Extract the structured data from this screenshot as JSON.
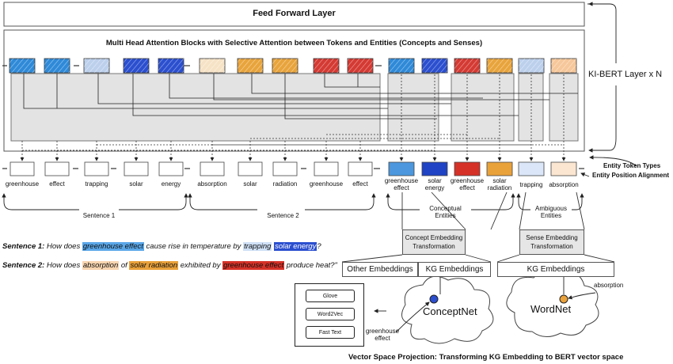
{
  "layers": {
    "feed_forward": "Feed Forward Layer",
    "attention": "Multi Head Attention Blocks with Selective Attention between Tokens and Entities (Concepts and Senses)",
    "repeat_label": "KI-BERT Layer x N"
  },
  "entity_labels": {
    "token_types": "Entity Token Types",
    "position_alignment": "Entity Position Alignment"
  },
  "sentence_tokens": [
    {
      "text": "greenhouse",
      "color": "#2f8ad8",
      "fill": "#ffffff"
    },
    {
      "text": "effect",
      "color": "#2f8ad8",
      "fill": "#ffffff"
    },
    {
      "text": "trapping",
      "color": "#bcd0ec",
      "fill": "#ffffff"
    },
    {
      "text": "solar",
      "color": "#2b4fcf",
      "fill": "#ffffff"
    },
    {
      "text": "energy",
      "color": "#2b4fcf",
      "fill": "#ffffff"
    },
    {
      "text": "absorption",
      "color": "#f6e3c6",
      "fill": "#ffffff"
    },
    {
      "text": "solar",
      "color": "#e8a43c",
      "fill": "#ffffff"
    },
    {
      "text": "radiation",
      "color": "#e8a43c",
      "fill": "#ffffff"
    },
    {
      "text": "greenhouse",
      "color": "#d43a33",
      "fill": "#ffffff"
    },
    {
      "text": "effect",
      "color": "#d43a33",
      "fill": "#ffffff"
    }
  ],
  "entity_tokens": [
    {
      "line1": "greenhouse",
      "line2": "effect",
      "color": "#2f8ad8",
      "fill": "#4c97de"
    },
    {
      "line1": "solar",
      "line2": "energy",
      "color": "#2b4fcf",
      "fill": "#1f43c4"
    },
    {
      "line1": "greenhouse",
      "line2": "effect",
      "color": "#d43a33",
      "fill": "#d63127"
    },
    {
      "line1": "solar",
      "line2": "radiation",
      "color": "#e8a43c",
      "fill": "#e9a13a"
    },
    {
      "line1": "trapping",
      "line2": "",
      "color": "#bcd0ec",
      "fill": "#dbe7f8"
    },
    {
      "line1": "absorption",
      "line2": "",
      "color": "#f6c79a",
      "fill": "#fbe6d2"
    }
  ],
  "groups": {
    "sentence1": "Sentence 1",
    "sentence2": "Sentence 2",
    "conceptual_1": "Conceptual",
    "conceptual_2": "Entities",
    "ambiguous_1": "Ambiguous",
    "ambiguous_2": "Entities"
  },
  "sentences": {
    "s1_label": "Sentence 1:",
    "s1_a": " How does ",
    "s1_h1": "greenhouse effect",
    "s1_b": " cause rise in temperature by ",
    "s1_h2": "trapping",
    "s1_c": " ",
    "s1_h3": "solar energy",
    "s1_d": "?",
    "s2_label": "Sentence 2:",
    "s2_a": " How does ",
    "s2_h1": "absorption",
    "s2_b": " of ",
    "s2_h2": "solar radiation",
    "s2_c": " exhibited by ",
    "s2_h3": "greenhouse effect",
    "s2_d": " produce heat?\""
  },
  "transform": {
    "concept_1": "Concept Embedding",
    "concept_2": "Transformation",
    "sense_1": "Sense Embedding",
    "sense_2": "Transformation",
    "other_embeddings": "Other Embeddings",
    "kg_embeddings": "KG Embeddings",
    "kg_embeddings_2": "KG Embeddings"
  },
  "other_list": [
    "Glove",
    "Word2Vec",
    "Fast Text"
  ],
  "kg": {
    "conceptnet": "ConceptNet",
    "wordnet": "WordNet",
    "absorption": "absorption",
    "ge_1": "greenhouse",
    "ge_2": "effect"
  },
  "caption": "Vector Space Projection: Transforming KG Embedding to BERT vector space"
}
